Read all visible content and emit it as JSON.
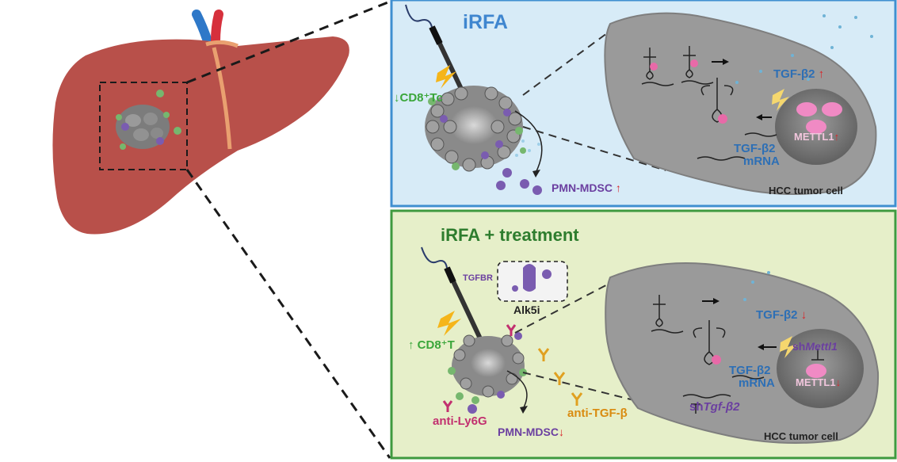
{
  "panel_top": {
    "title": "iRFA",
    "cd8_label": "↓CD8⁺Tc",
    "pmn_mdsc_label": "PMN-MDSC",
    "pmn_mdsc_arrow": "↑",
    "tgf_b2_label": "TGF-β2",
    "tgf_b2_arrow": "↑",
    "tgf_b2_mrna_line1": "TGF-β2",
    "tgf_b2_mrna_line2": "mRNA",
    "mettl1_label": "METTL1",
    "mettl1_arrow": "↑",
    "hcc_label": "HCC tumor cell"
  },
  "panel_bottom": {
    "title": "iRFA + treatment",
    "cd8_label": "↑ CD8⁺T",
    "tgfbr_label": "TGFBR",
    "alk5i_label": "Alk5i",
    "anti_ly6g_label": "anti-Ly6G",
    "anti_tgfb_label": "anti-TGF-β",
    "pmn_mdsc_label": "PMN-MDSC",
    "pmn_mdsc_arrow": "↓",
    "tgf_b2_label": "TGF-β2",
    "tgf_b2_arrow": "↓",
    "tgf_b2_mrna_line1": "TGF-β2",
    "tgf_b2_mrna_line2": "mRNA",
    "sh_mettl1_prefix": "sh",
    "sh_mettl1_gene": "Mettl1",
    "mettl1_label": "METTL1",
    "mettl1_arrow": "↓",
    "sh_tgfb2_prefix": "sh",
    "sh_tgfb2_gene": "Tgf-β2",
    "hcc_label": "HCC tumor cell"
  },
  "colors": {
    "liver": "#b8504a",
    "liver_dark": "#9c3d38",
    "gallbladder": "#3c8a3a",
    "panel_top_bg": "#d7ebf7",
    "panel_top_border": "#3f8fd0",
    "panel_bottom_bg": "#e6efc9",
    "panel_bottom_border": "#3f9a3f",
    "title_blue": "#3f86cf",
    "title_green": "#2e7d2e",
    "text_blue": "#2d6fb5",
    "text_green": "#3aa63a",
    "text_purple": "#6b3fa0",
    "text_red": "#d9262b",
    "text_pink": "#c2306f",
    "text_orange": "#d98b10",
    "cell_gray": "#9e9e9e",
    "nucleus_gray": "#707070"
  }
}
